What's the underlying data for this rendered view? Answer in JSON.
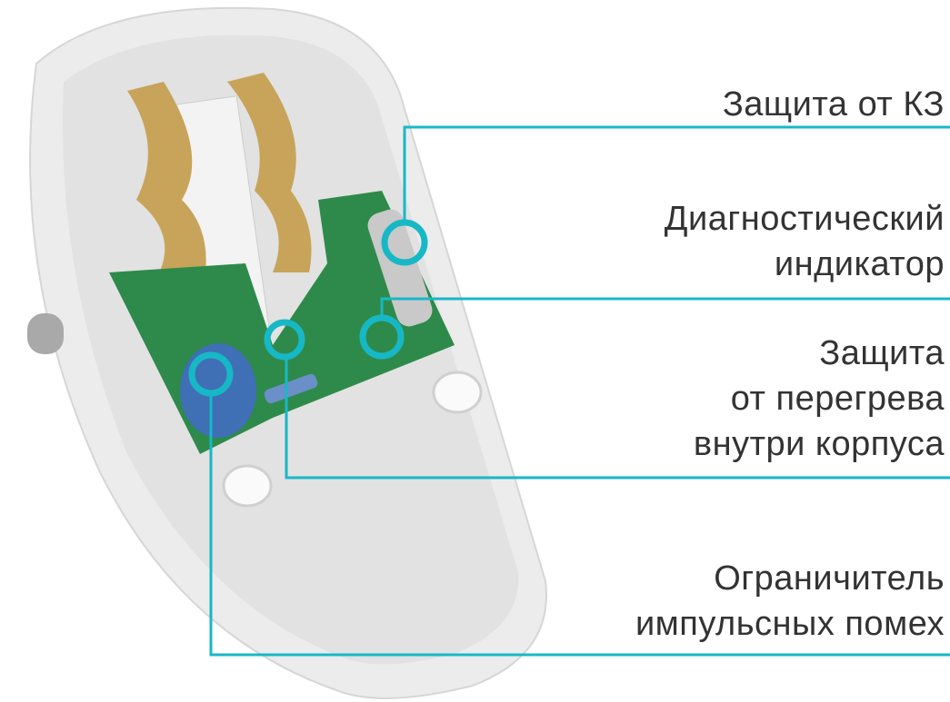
{
  "accent_color": "#17b8c6",
  "callouts": [
    {
      "lines": [
        "Защита от КЗ"
      ]
    },
    {
      "lines": [
        "Диагностический",
        "индикатор"
      ]
    },
    {
      "lines": [
        "Защита",
        "от перегрева",
        "внутри корпуса"
      ]
    },
    {
      "lines": [
        "Ограничитель",
        "импульсных помех"
      ]
    }
  ]
}
